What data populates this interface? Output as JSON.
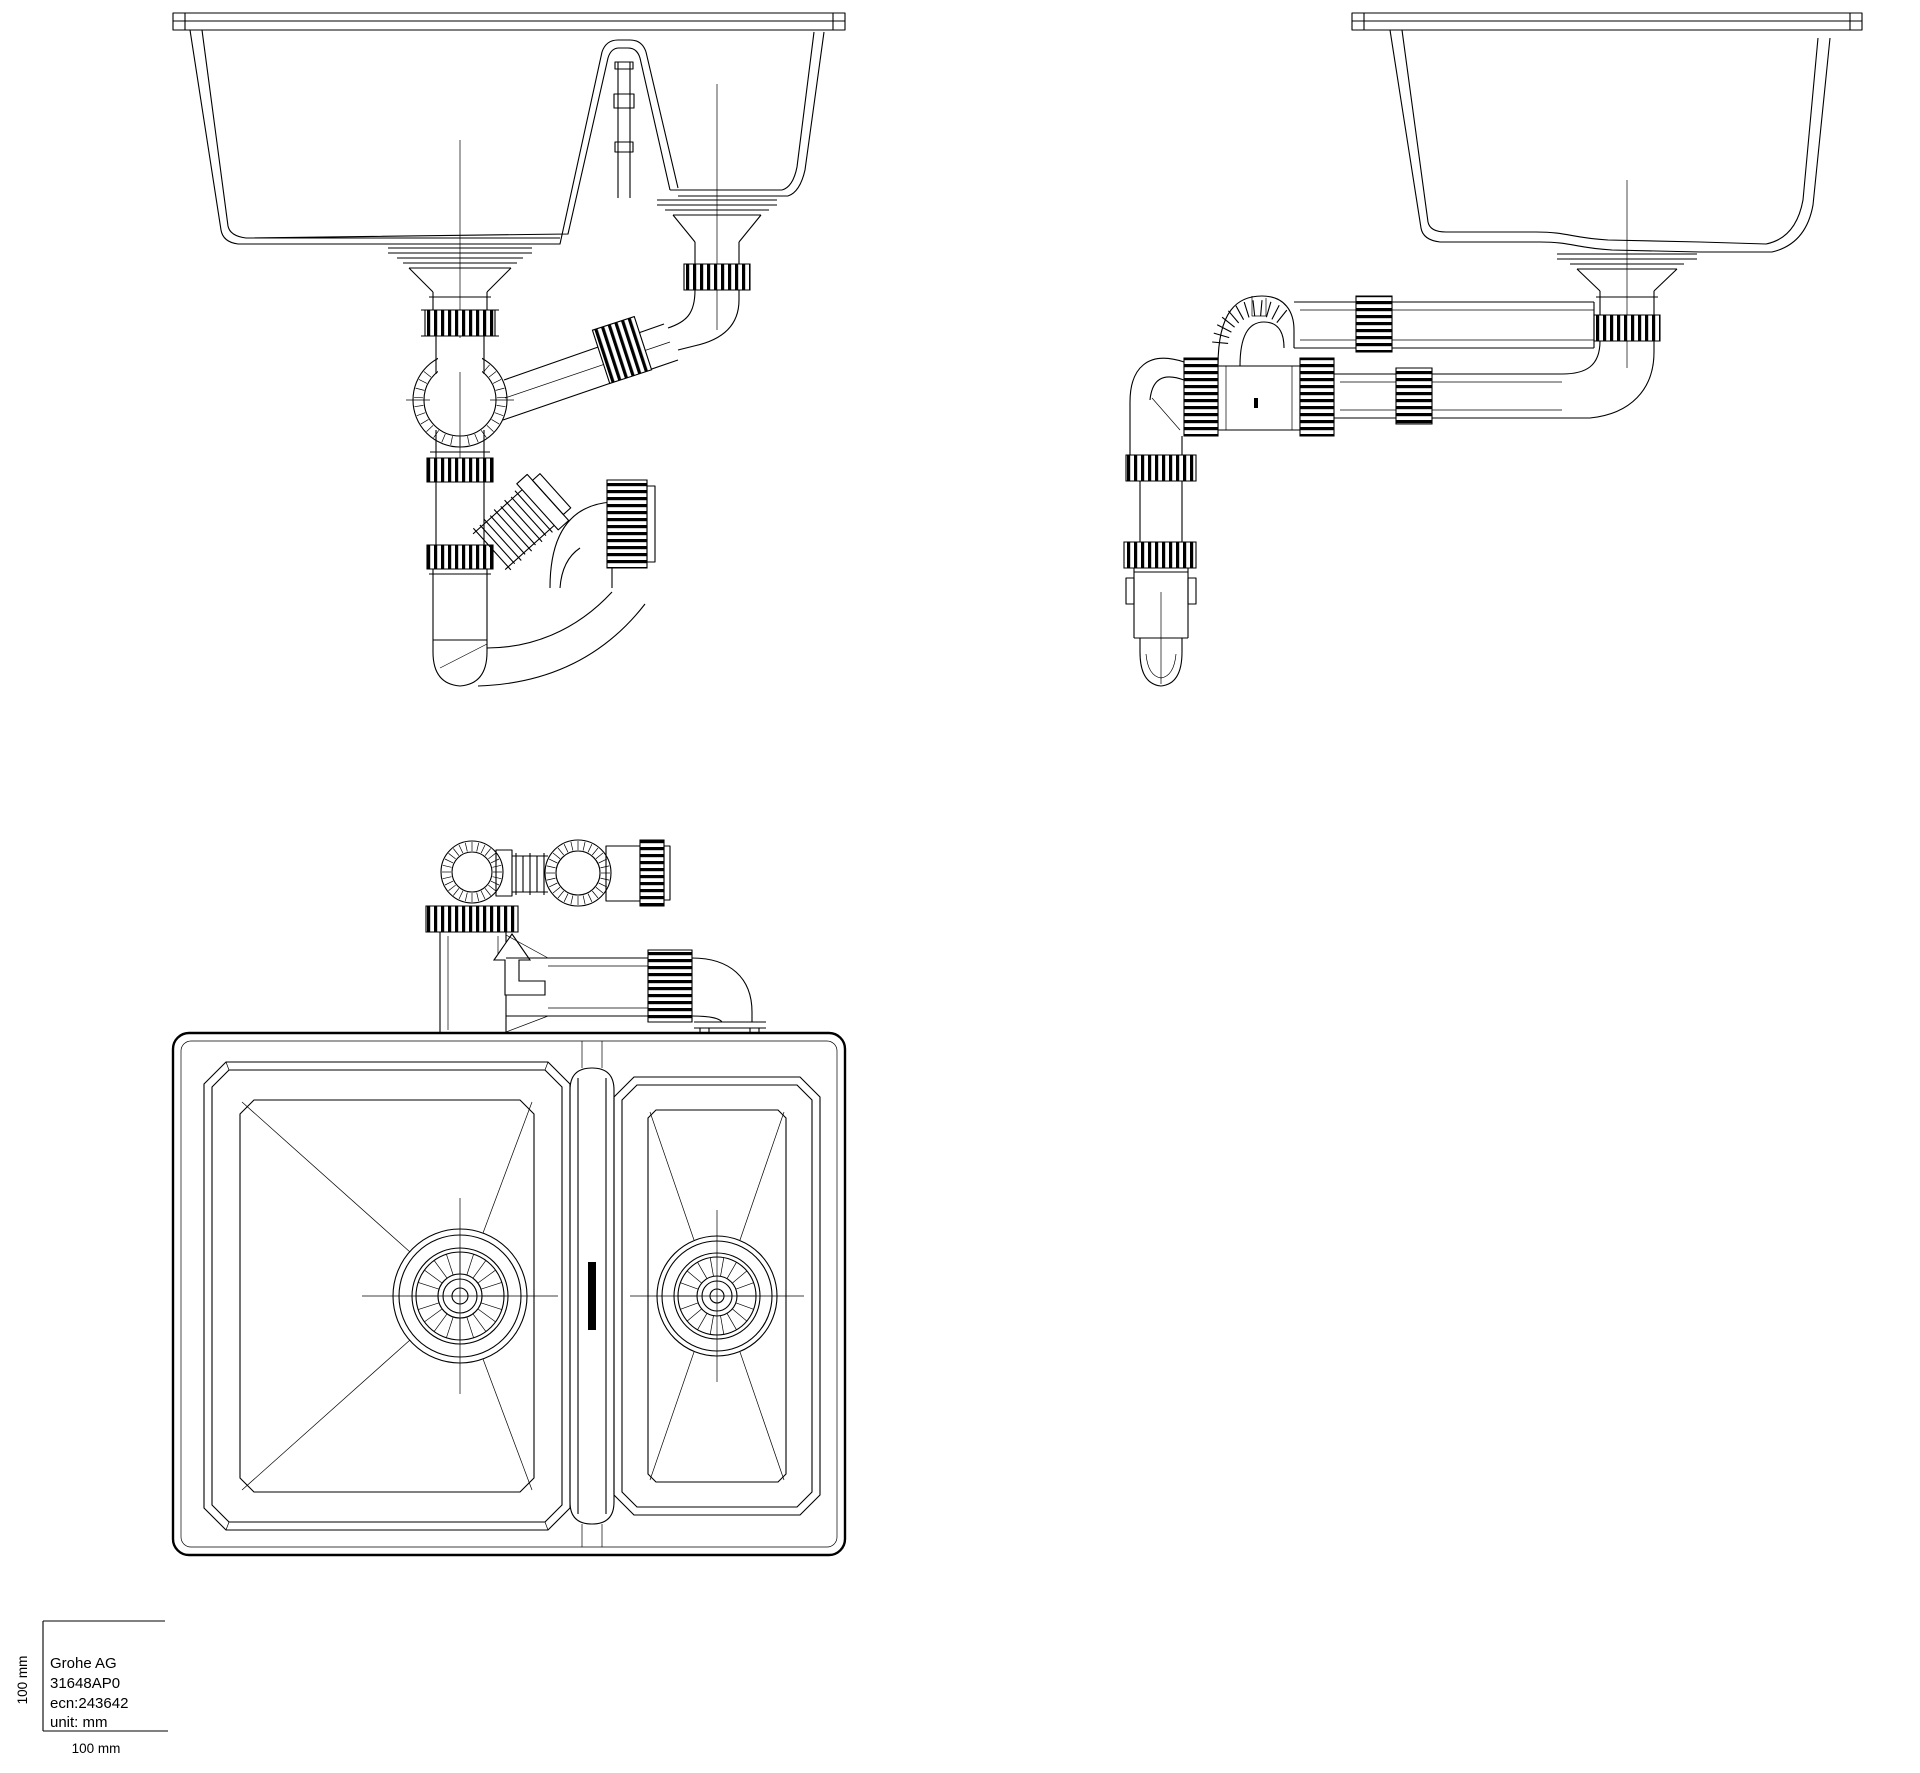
{
  "page": {
    "background_color": "#ffffff",
    "line_color": "#000000"
  },
  "title_block": {
    "company": "Grohe AG",
    "model": "31648AP0",
    "ecn": "ecn:243642",
    "unit": "unit: mm",
    "scale_vertical_label": "100 mm",
    "scale_horizontal_label": "100 mm"
  }
}
